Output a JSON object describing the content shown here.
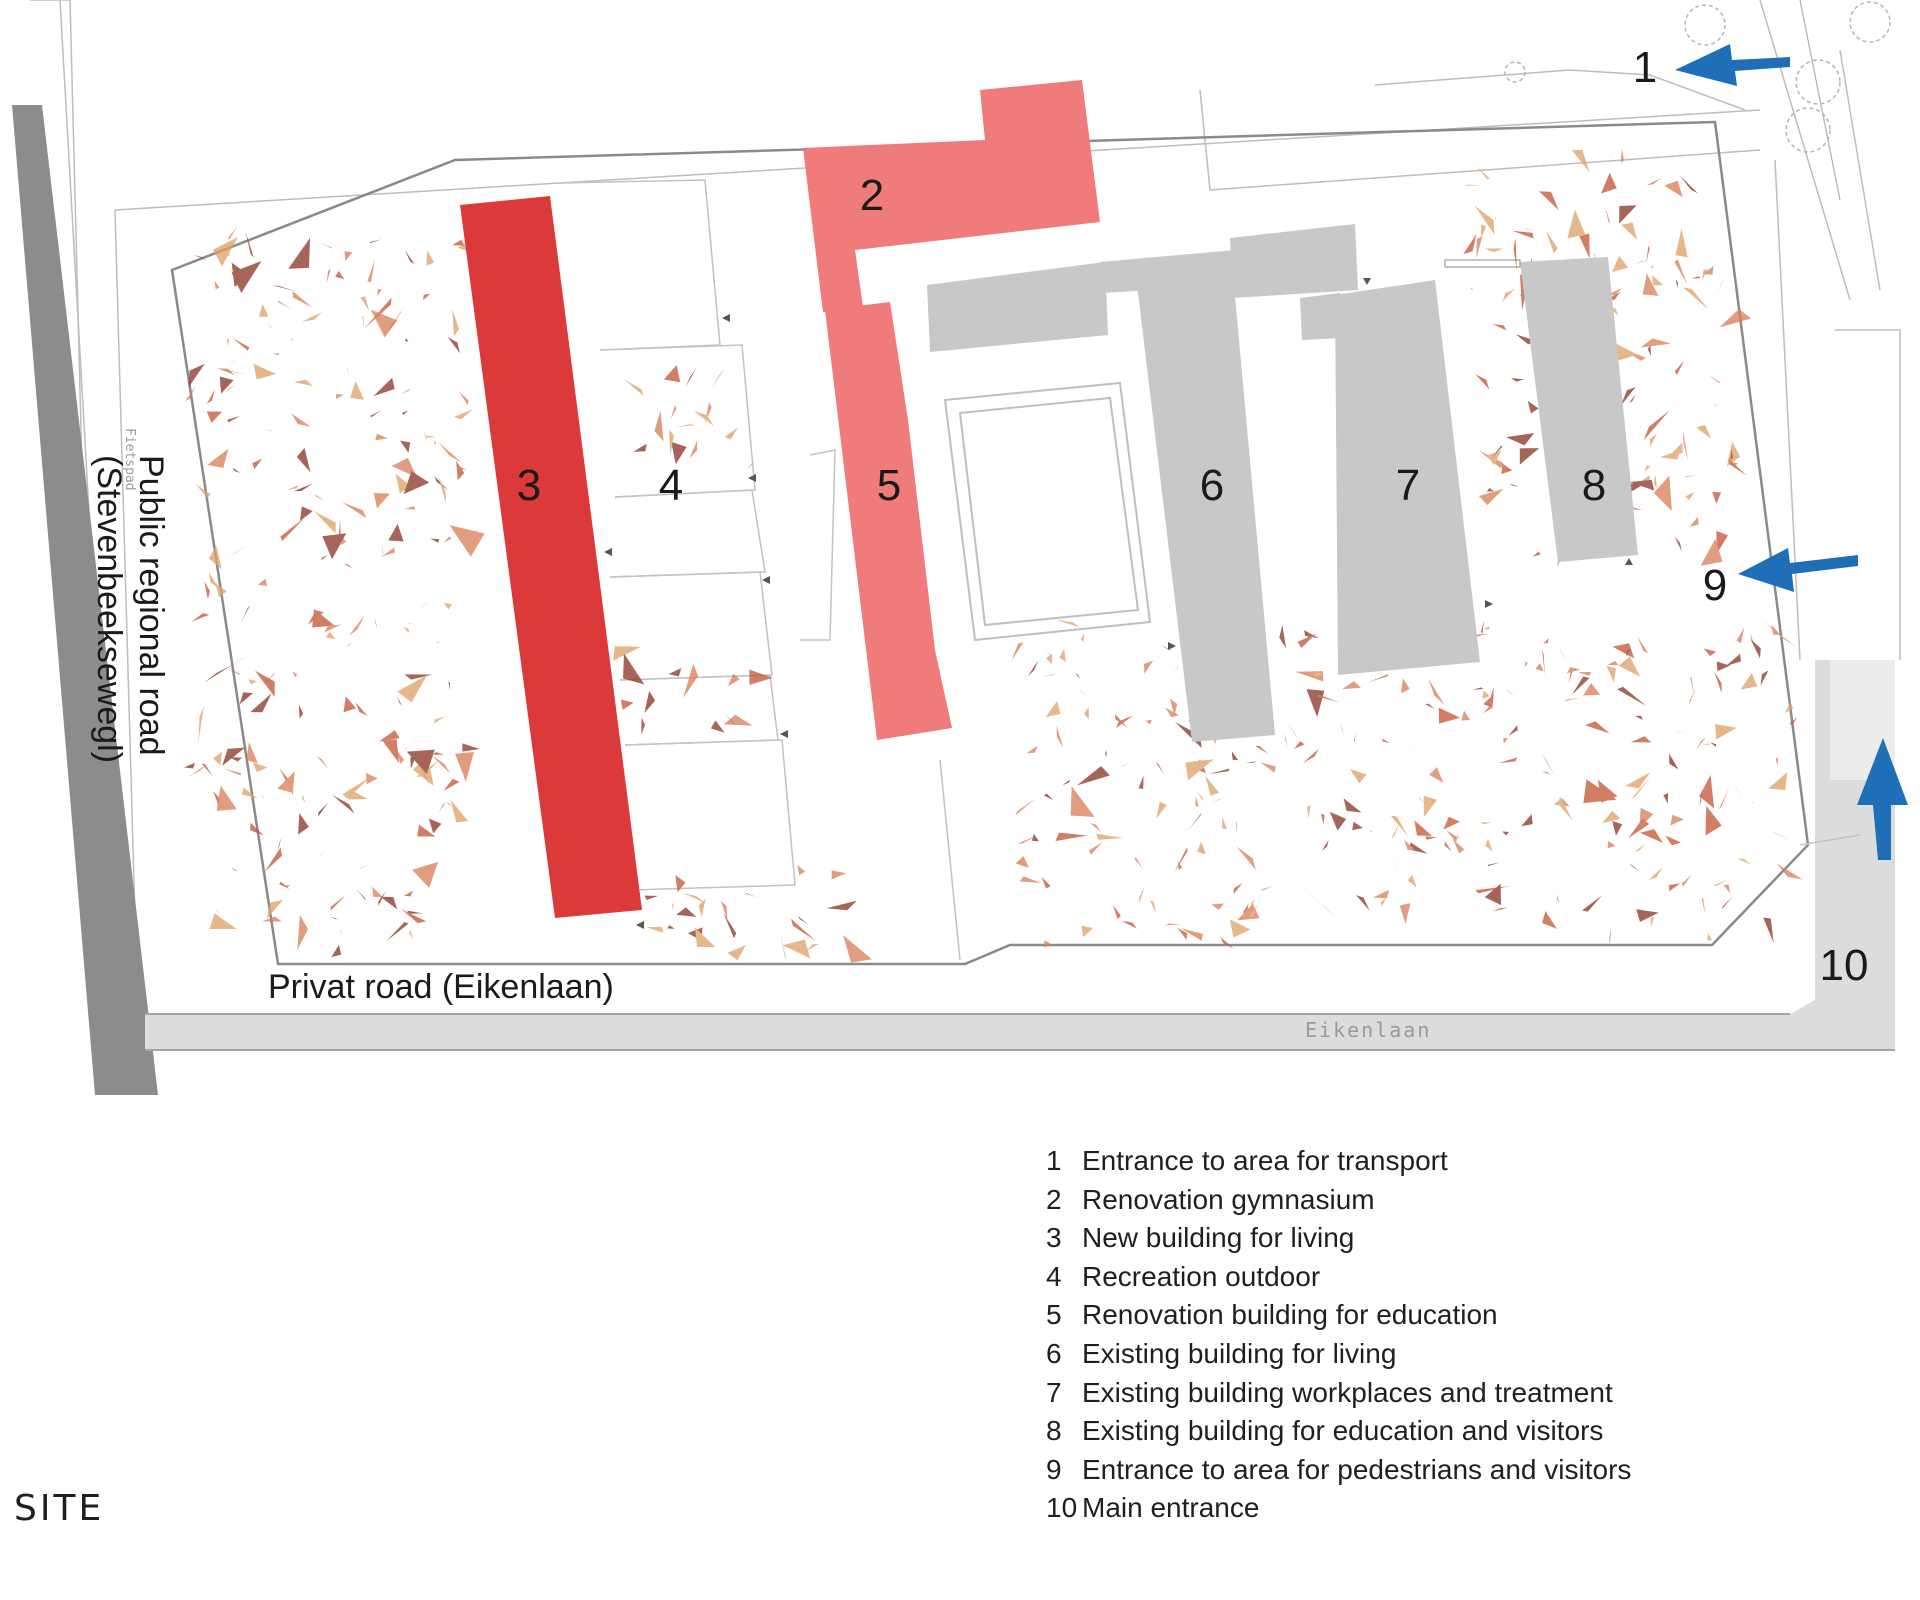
{
  "labels": {
    "public_road_line1": "Public regional road",
    "public_road_line2": "(Stevenbeeksewegl)",
    "private_road": "Privat road (Eikenlaan)",
    "street_eikenlaan": "Eikenlaan",
    "fietspad": "Fietspad",
    "site_title": "SITE"
  },
  "buildings": [
    {
      "number": "3",
      "color": "#dc3a3a",
      "status": "new"
    },
    {
      "number": "2",
      "color": "#ef7b7b",
      "status": "renovation"
    },
    {
      "number": "5",
      "color": "#ef7b7b",
      "status": "renovation"
    },
    {
      "number": "6",
      "color": "#c8c8c8",
      "status": "existing"
    },
    {
      "number": "7",
      "color": "#c8c8c8",
      "status": "existing"
    },
    {
      "number": "8",
      "color": "#c8c8c8",
      "status": "existing"
    }
  ],
  "area_numbers": {
    "recreation": "4"
  },
  "entrances": [
    {
      "number": "1",
      "arrow_color": "#1f6fb8"
    },
    {
      "number": "9",
      "arrow_color": "#1f6fb8"
    },
    {
      "number": "10",
      "arrow_color": "#1f6fb8"
    }
  ],
  "legend": [
    {
      "num": "1",
      "text": "Entrance to area for transport"
    },
    {
      "num": "2",
      "text": "Renovation gymnasium"
    },
    {
      "num": "3",
      "text": "New building for living"
    },
    {
      "num": "4",
      "text": "Recreation outdoor"
    },
    {
      "num": "5",
      "text": "Renovation building for education"
    },
    {
      "num": "6",
      "text": "Existing  building for living"
    },
    {
      "num": "7",
      "text": "Existing  building  workplaces and treatment"
    },
    {
      "num": "8",
      "text": "Existing building for education and visitors"
    },
    {
      "num": "9",
      "text": "Entrance to area for pedestrians and visitors"
    },
    {
      "num": "10",
      "text": "Main entrance"
    }
  ],
  "colors": {
    "new_building": "#dc3a3a",
    "renovation": "#ef7b7b",
    "existing": "#c8c8c8",
    "arrow": "#1f6fb8",
    "public_road": "#8c8c8c",
    "private_road": "#dcdcdc",
    "foliage": [
      "#c55a3a",
      "#e0a36a",
      "#8e3b2a",
      "#d9825a"
    ]
  }
}
